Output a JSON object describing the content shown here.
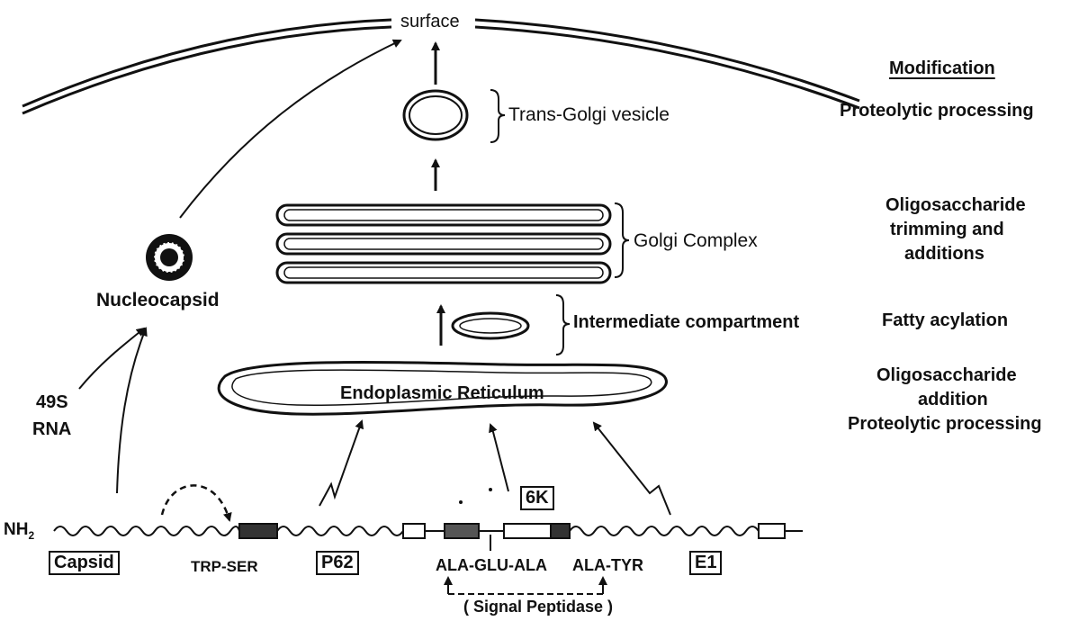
{
  "labels": {
    "surface": "surface",
    "trans_golgi_vesicle": "Trans-Golgi vesicle",
    "golgi_complex": "Golgi Complex",
    "intermediate_compartment": "Intermediate compartment",
    "endoplasmic_reticulum": "Endoplasmic Reticulum",
    "nucleocapsid": "Nucleocapsid",
    "rna_line1": "49S",
    "rna_line2": "RNA"
  },
  "modifications": {
    "header": "Modification",
    "trans_golgi": "Proteolytic processing",
    "golgi_line1": "Oligosaccharide",
    "golgi_line2": "trimming and",
    "golgi_line3": "additions",
    "intermediate": "Fatty acylation",
    "er_line1": "Oligosaccharide",
    "er_line2": "addition",
    "er_line3": "Proteolytic processing"
  },
  "polyprotein": {
    "n_terminus": "NH",
    "n_terminus_sub": "2",
    "capsid": "Capsid",
    "trp_ser": "TRP-SER",
    "p62": "P62",
    "six_k": "6K",
    "ala_glu_ala": "ALA-GLU-ALA",
    "ala_tyr": "ALA-TYR",
    "e1": "E1",
    "signal_peptidase": "( Signal Peptidase )"
  }
}
